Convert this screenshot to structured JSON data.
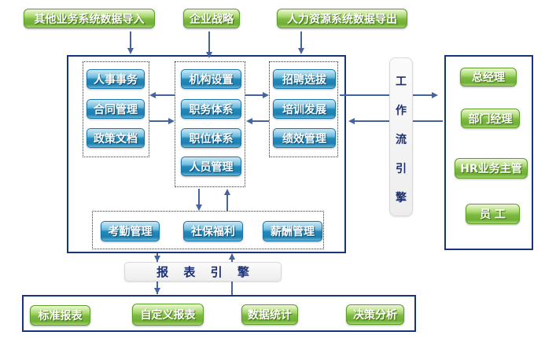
{
  "top_sources": [
    "其他业务系统数据导入",
    "企业战略",
    "人力资源系统数据导出"
  ],
  "core_modules": {
    "personnel_column": [
      "人事事务",
      "合同管理",
      "政策文档"
    ],
    "organization_column": [
      "机构设置",
      "职务体系",
      "职位体系",
      "人员管理"
    ],
    "talent_column": [
      "招聘选拔",
      "培训发展",
      "绩效管理"
    ],
    "compensation_row": [
      "考勤管理",
      "社保福利",
      "薪酬管理"
    ]
  },
  "workflow_engine_label": "工作流引擎",
  "roles": [
    "总经理",
    "部门经理",
    "HR业务主管",
    "员 工"
  ],
  "report_engine_label": "报 表 引 擎",
  "report_outputs": [
    "标准报表",
    "自定义报表",
    "数据统计",
    "决策分析"
  ],
  "colors": {
    "arrow": "#44639f",
    "box_border": "#16357c",
    "blue_button": "#1e85b8",
    "green_button": "#77b33c",
    "engine_text": "#1b2f72",
    "pill_background": "#f2f2f2"
  }
}
